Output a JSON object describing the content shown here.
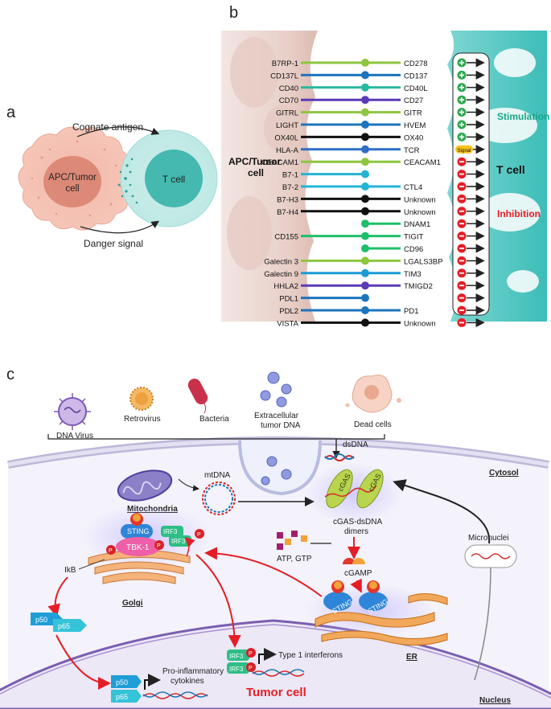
{
  "panel_a": {
    "letter": "a",
    "apc_label_line1": "APC/Tumor",
    "apc_label_line2": "cell",
    "tcell_label": "T cell",
    "cognate_label": "Cognate antigen",
    "danger_label": "Danger signal"
  },
  "panel_b": {
    "letter": "b",
    "apc_title_line1": "APC/Tumor",
    "apc_title_line2": "cell",
    "tcell_title": "T cell",
    "stimulation_label": "Stimulation",
    "inhibition_label": "Inhibition",
    "signal_label": "Signal",
    "pairs": [
      {
        "ligand": "B7RP-1",
        "receptor": "CD278",
        "type": "stim",
        "color": "#8dc63f"
      },
      {
        "ligand": "CD137L",
        "receptor": "CD137",
        "type": "stim",
        "color": "#1c75bc"
      },
      {
        "ligand": "CD40",
        "receptor": "CD40L",
        "type": "stim",
        "color": "#27b89f"
      },
      {
        "ligand": "CD70",
        "receptor": "CD27",
        "type": "stim",
        "color": "#5b3bb5"
      },
      {
        "ligand": "GITRL",
        "receptor": "GITR",
        "type": "stim",
        "color": "#8dc63f"
      },
      {
        "ligand": "LIGHT",
        "receptor": "HVEM",
        "type": "stim",
        "color": "#1c75bc"
      },
      {
        "ligand": "OX40L",
        "receptor": "OX40",
        "type": "stim",
        "color": "#111111"
      },
      {
        "ligand": "HLA-A",
        "receptor": "TCR",
        "type": "signal",
        "color": "#2e6fc4"
      },
      {
        "ligand": "CEACAM1",
        "receptor": "CEACAM1",
        "type": "inhib",
        "color": "#8dc63f"
      },
      {
        "ligand": "B7-1",
        "receptor": "",
        "type": "inhib",
        "color": "#23b5d3"
      },
      {
        "ligand": "B7-2",
        "receptor": "CTL4",
        "type": "inhib",
        "color": "#23b5d3"
      },
      {
        "ligand": "B7-H3",
        "receptor": "Unknown",
        "type": "inhib",
        "color": "#111111"
      },
      {
        "ligand": "B7-H4",
        "receptor": "Unknown",
        "type": "inhib",
        "color": "#111111"
      },
      {
        "ligand": "",
        "receptor": "DNAM1",
        "type": "inhib",
        "color": "#1fbf6a"
      },
      {
        "ligand": "CD155",
        "receptor": "TIGIT",
        "type": "inhib",
        "color": "#1fbf6a"
      },
      {
        "ligand": "",
        "receptor": "CD96",
        "type": "inhib",
        "color": "#1fbf6a"
      },
      {
        "ligand": "Galectin 3",
        "receptor": "LGALS3BP",
        "type": "inhib",
        "color": "#8dc63f"
      },
      {
        "ligand": "Galectin 9",
        "receptor": "TIM3",
        "type": "inhib",
        "color": "#1c9ad6"
      },
      {
        "ligand": "HHLA2",
        "receptor": "TMIGD2",
        "type": "inhib",
        "color": "#5b3bb5"
      },
      {
        "ligand": "PDL1",
        "receptor": "",
        "type": "inhib",
        "color": "#1c75bc"
      },
      {
        "ligand": "PDL2",
        "receptor": "PD1",
        "type": "inhib",
        "color": "#1c75bc"
      },
      {
        "ligand": "VISTA",
        "receptor": "Unknown",
        "type": "inhib",
        "color": "#111111"
      }
    ]
  },
  "panel_c": {
    "letter": "c",
    "dna_virus": "DNA Virus",
    "retrovirus": "Retrovirus",
    "bacteria": "Bacteria",
    "extracellular_line1": "Extracellular",
    "extracellular_line2": "tumor DNA",
    "dead_cells": "Dead cells",
    "dsdna": "dsDNA",
    "cytosol": "Cytosol",
    "mtdna": "mtDNA",
    "mitochondria": "Mitochondria",
    "cgas": "cGAS",
    "cgas_dimer_line1": "cGAS-dsDNA",
    "cgas_dimer_line2": "dimers",
    "atp_gtp": "ATP, GTP",
    "cgamp": "cGAMP",
    "micronuclei": "Micronuclei",
    "sting": "STING",
    "tbk1": "TBK-1",
    "irf3": "IRF3",
    "p": "P",
    "ikb": "IkB",
    "p50": "p50",
    "p65": "p65",
    "golgi": "Golgi",
    "er": "ER",
    "type1_ifn": "Type 1 interferons",
    "proinflam_line1": "Pro-inflammatory",
    "proinflam_line2": "cytokines",
    "tumor_cell": "Tumor cell",
    "nucleus": "Nucleus"
  }
}
